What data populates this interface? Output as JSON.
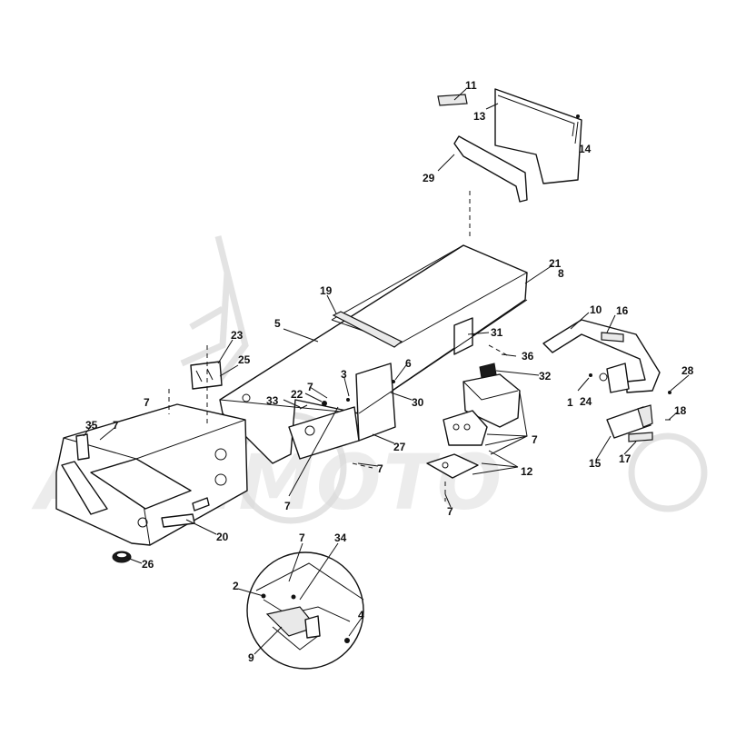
{
  "diagram": {
    "watermark": "ARTIMOTO",
    "callouts": {
      "c11": "11",
      "c13": "13",
      "c14": "14",
      "c29": "29",
      "c21": "21",
      "c8": "8",
      "c19": "19",
      "c5": "5",
      "c31": "31",
      "c36": "36",
      "c10": "10",
      "c16": "16",
      "c23": "23",
      "c25": "25",
      "c6": "6",
      "c3": "3",
      "c32": "32",
      "c1": "1",
      "c24": "24",
      "c28": "28",
      "c7a": "7",
      "c33": "33",
      "c22": "22",
      "c7b": "7",
      "c30": "30",
      "c35": "35",
      "c7c": "7",
      "c18": "18",
      "c27": "27",
      "c7d": "7",
      "c15": "15",
      "c17": "17",
      "c12": "12",
      "c7e": "7",
      "c7f": "7",
      "c7g": "7",
      "c20": "20",
      "c26": "26",
      "c7h": "7",
      "c34": "34",
      "c2": "2",
      "c4": "4",
      "c9": "9"
    }
  }
}
